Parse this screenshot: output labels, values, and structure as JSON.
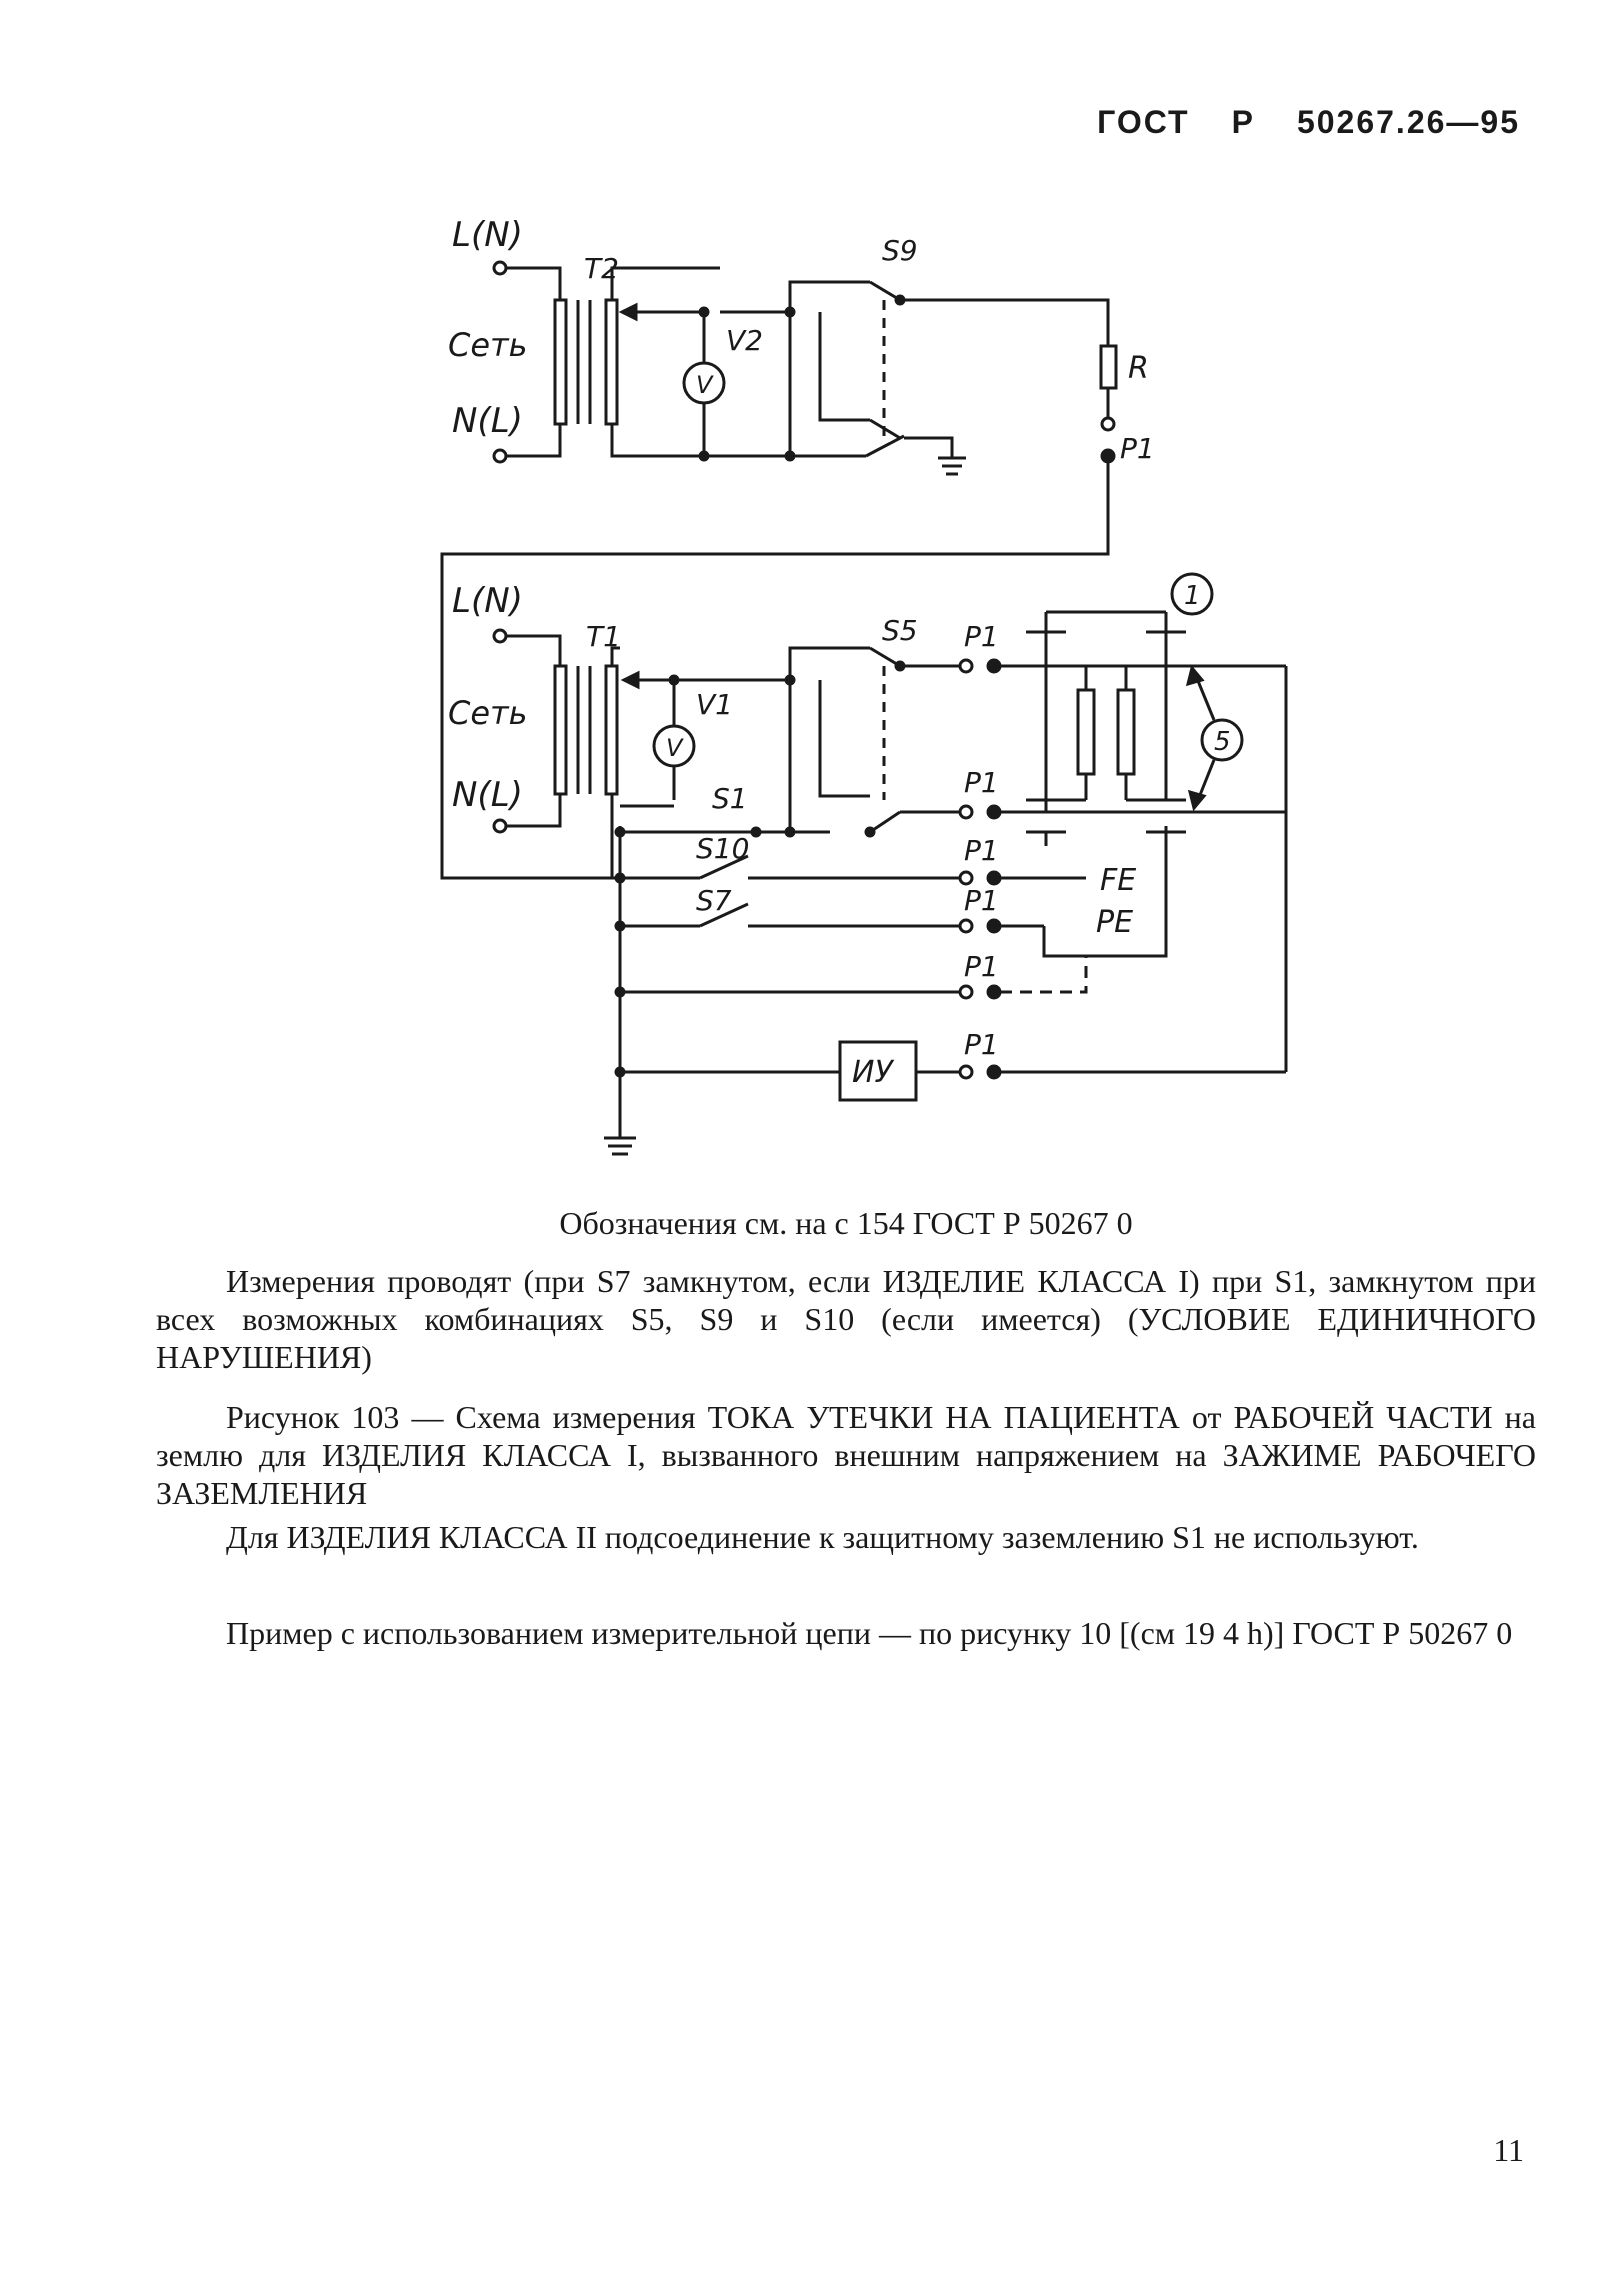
{
  "header": {
    "standard": "ГОСТ",
    "letter": "Р",
    "number": "50267.26—95"
  },
  "diagram": {
    "top": {
      "line_in": "L(N)",
      "line_out": "N(L)",
      "mains": "Сеть",
      "transformer": "T2",
      "voltmeter": "V2",
      "voltmeter_symbol": "V",
      "switch": "S9",
      "resistor": "R",
      "terminal": "P1"
    },
    "bottom": {
      "line_in": "L(N)",
      "line_out": "N(L)",
      "mains": "Сеть",
      "transformer": "T1",
      "voltmeter": "V1",
      "voltmeter_symbol": "V",
      "switch_s5": "S5",
      "switch_s1": "S1",
      "switch_s10": "S10",
      "switch_s7": "S7",
      "terminal": "P1",
      "fe": "FE",
      "pe": "PE",
      "meter": "ИУ",
      "mark_1": "1",
      "mark_5": "5"
    }
  },
  "text": {
    "legend": "Обозначения см. на с 154 ГОСТ Р 50267 0",
    "measurement": "Измерения проводят (при S7 замкнутом, если ИЗДЕЛИЕ КЛАССА I) при S1, замкнутом при всех возможных комбинациях S5, S9 и S10 (если имеется) (УСЛОВИЕ ЕДИНИЧНОГО НАРУШЕНИЯ)",
    "figure_caption": "Рисунок 103 — Схема измерения ТОКА УТЕЧКИ НА ПАЦИЕНТА от РАБОЧЕЙ ЧАСТИ на землю для ИЗДЕЛИЯ КЛАССА I, вызванного внешним напряжением на ЗАЖИМЕ РАБОЧЕГО ЗАЗЕМЛЕНИЯ",
    "class2_note": "Для ИЗДЕЛИЯ КЛАССА II подсоединение к защитному заземлению S1 не используют.",
    "example": "Пример с использованием измерительной цепи — по рисунку 10 [(см 19 4 h)] ГОСТ Р 50267 0"
  },
  "page_number": "11"
}
